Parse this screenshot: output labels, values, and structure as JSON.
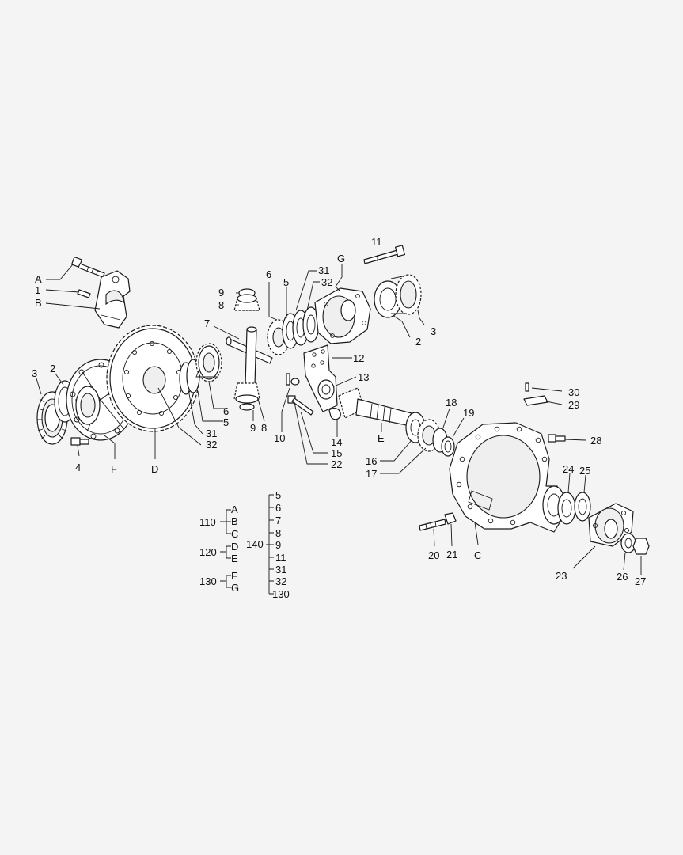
{
  "callouts": {
    "A": "A",
    "B": "B",
    "C": "C",
    "D": "D",
    "E": "E",
    "F": "F",
    "G": "G",
    "n1": "1",
    "n2": "2",
    "n3": "3",
    "n4": "4",
    "n5": "5",
    "n6": "6",
    "n7": "7",
    "n8": "8",
    "n9": "9",
    "n10": "10",
    "n11": "11",
    "n12": "12",
    "n13": "13",
    "n14": "14",
    "n15": "15",
    "n16": "16",
    "n17": "17",
    "n18": "18",
    "n19": "19",
    "n20": "20",
    "n21": "21",
    "n22": "22",
    "n23": "23",
    "n24": "24",
    "n25": "25",
    "n26": "26",
    "n27": "27",
    "n28": "28",
    "n29": "29",
    "n30": "30",
    "n31": "31",
    "n32": "32"
  },
  "legend": {
    "g110": {
      "code": "110",
      "items": [
        "A",
        "B",
        "C"
      ]
    },
    "g120": {
      "code": "120",
      "items": [
        "D",
        "E"
      ]
    },
    "g130": {
      "code": "130",
      "items": [
        "F",
        "G"
      ]
    },
    "g140": {
      "code": "140",
      "items": [
        "5",
        "6",
        "7",
        "8",
        "9",
        "11",
        "31",
        "32",
        "130"
      ]
    }
  }
}
